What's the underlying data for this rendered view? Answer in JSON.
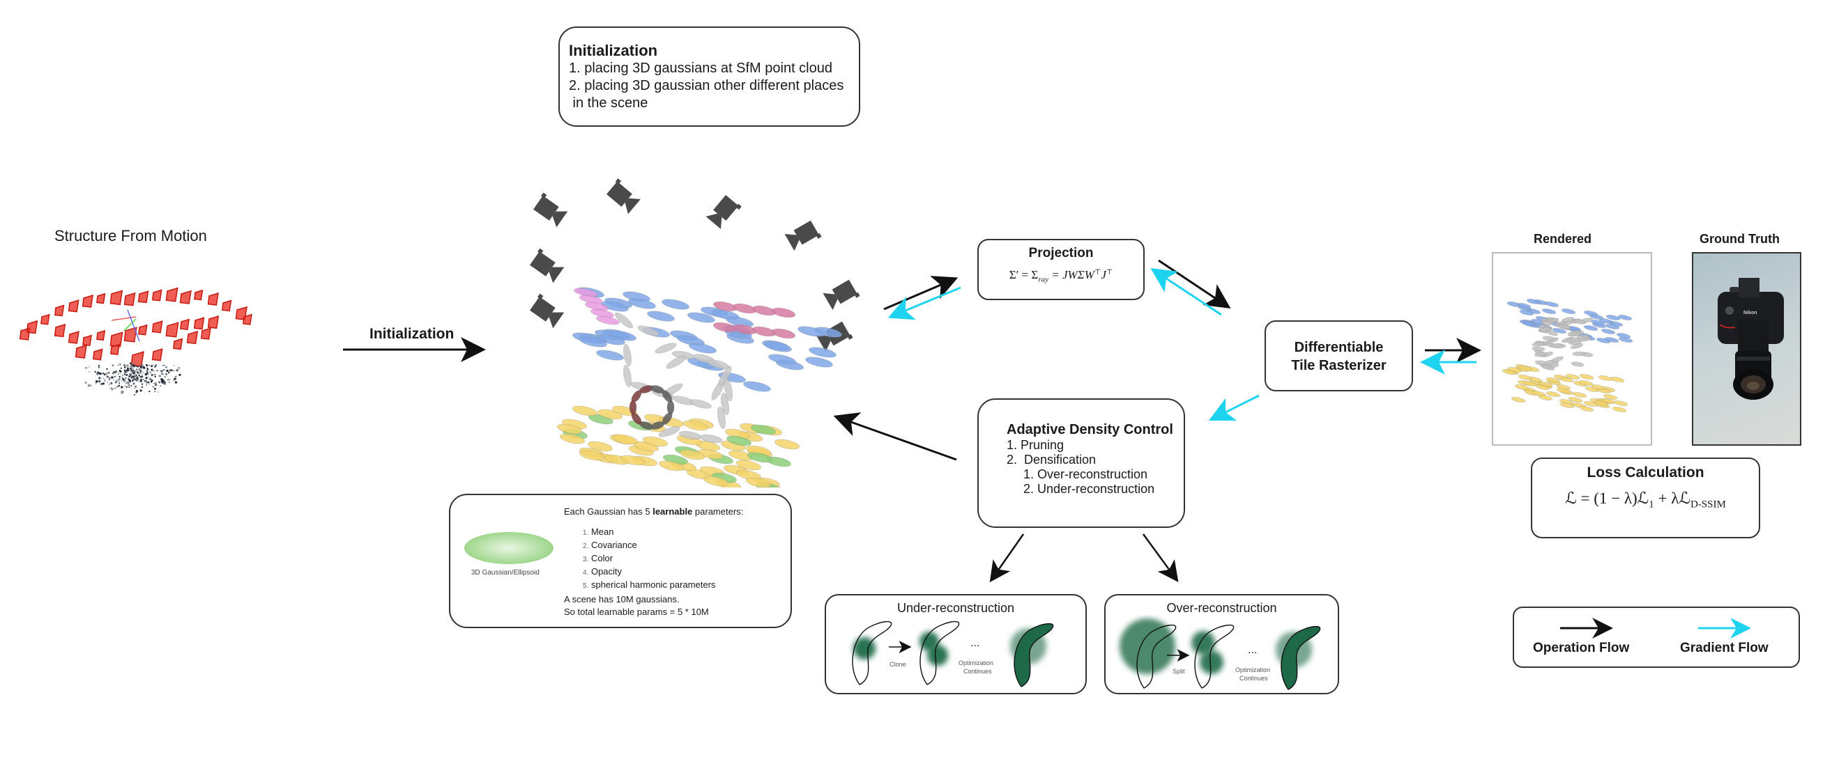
{
  "colors": {
    "operation_flow": "#111111",
    "gradient_flow": "#1ed3f0",
    "sfm_camera": "#e8281c",
    "gaussian_blue": "#7fa7e6",
    "gaussian_yellow": "#f3d36a",
    "gaussian_green": "#8ccf78",
    "gaussian_pink": "#d67aa0",
    "gaussian_gray": "#c8c8c8",
    "density_green": "#1e6a48",
    "camera_icon": "#4a4a4a"
  },
  "sfm": {
    "title": "Structure From Motion",
    "icon": "sfm-point-cloud"
  },
  "init_arrow": {
    "label": "Initialization"
  },
  "init_box": {
    "title": "Initialization",
    "lines": [
      "1. placing 3D gaussians at SfM point cloud",
      "2. placing 3D gaussian other different places",
      " in the scene"
    ]
  },
  "scene": {
    "icon": "gaussian-scene",
    "camera_icon": "camera-icon"
  },
  "params_box": {
    "ellipse_caption": "3D Gaussian/Ellipsoid",
    "heading_pre": "Each Gaussian has 5 ",
    "heading_bold": "learnable",
    "heading_post": " parameters:",
    "items": [
      {
        "num": "1.",
        "label": "Mean"
      },
      {
        "num": "2.",
        "label": "Covariance"
      },
      {
        "num": "3.",
        "label": "Color"
      },
      {
        "num": "4.",
        "label": "Opacity"
      },
      {
        "num": "5.",
        "label": "spherical harmonic parameters"
      }
    ],
    "footer_1": "A scene has 10M gaussians.",
    "footer_2": "So total learnable params = 5 * 10M"
  },
  "projection": {
    "title": "Projection",
    "formula": "Σ′ = Σ_ray = JWΣWᵀJᵀ",
    "formula_parts": {
      "lhs": "Σ′ = Σ",
      "sub": "ray",
      "rhs": " = JWΣW",
      "sup1": "⊤",
      "j": "J",
      "sup2": "⊤"
    }
  },
  "rasterizer": {
    "line1": "Differentiable",
    "line2": "Tile Rasterizer"
  },
  "adc": {
    "title": "Adaptive Density Control",
    "items": [
      "1. Pruning",
      "2.  Densification"
    ],
    "subitems": [
      "1. Over-reconstruction",
      "2. Under-reconstruction"
    ]
  },
  "under_recon": {
    "title": "Under-reconstruction",
    "op_label": "Clone",
    "dots": "...",
    "cont_1": "Optimization",
    "cont_2": "Continues"
  },
  "over_recon": {
    "title": "Over-reconstruction",
    "op_label": "Split",
    "dots": "...",
    "cont_1": "Optimization",
    "cont_2": "Continues"
  },
  "rendered": {
    "title": "Rendered"
  },
  "ground_truth": {
    "title": "Ground Truth",
    "brand": "Nikon"
  },
  "loss": {
    "title": "Loss Calculation",
    "formula": "ℒ = (1 − λ)ℒ₁ + λℒ_D-SSIM",
    "parts": {
      "a": "ℒ = (1 − λ)ℒ",
      "sub1": "1",
      "b": " + λℒ",
      "sub2": "D-SSIM"
    }
  },
  "legend": {
    "operation": "Operation Flow",
    "gradient": "Gradient Flow"
  }
}
